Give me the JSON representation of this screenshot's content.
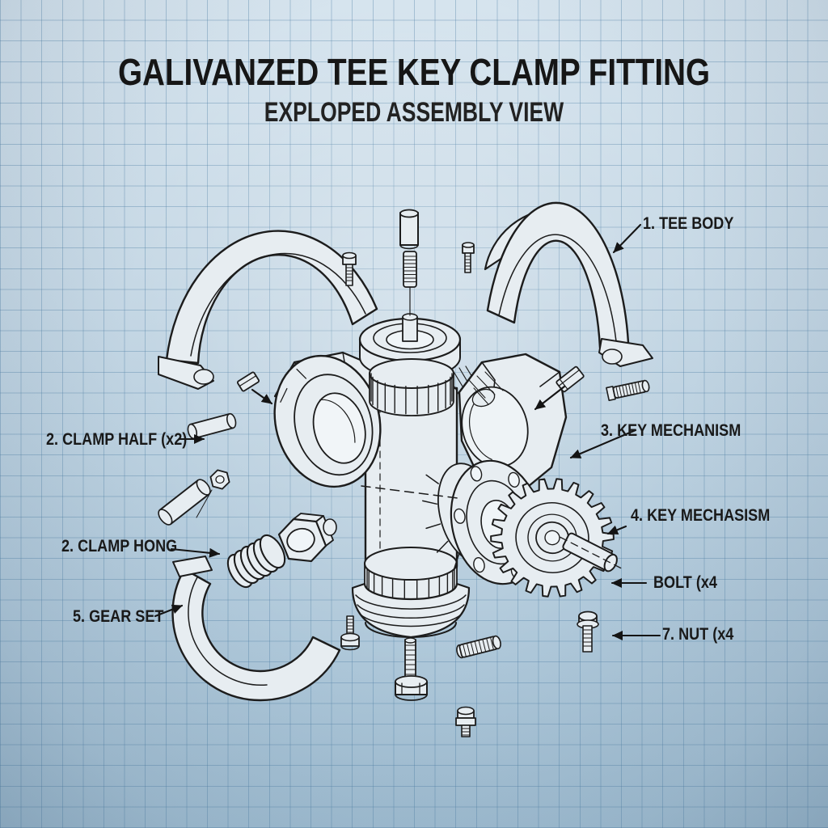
{
  "title": "GALIVANZED TEE KEY CLAMP FITTING",
  "subtitle": "EXPLOPED ASSEMBLY VIEW",
  "labels": {
    "tee_body": "1. TEE BODY",
    "clamp_half": "2. CLAMP HALF (x2)",
    "key_mechanism": "3. KEY MECHANISM",
    "key_mechasism": "4. KEY MECHASISM",
    "bolt": "BOLT (x4",
    "nut": "7. NUT (x4",
    "clamp_hong": "2. CLAMP HONG",
    "gear_set": "5. GEAR SET"
  },
  "drawing": {
    "type": "exploded-assembly-technical-diagram",
    "subject": "galvanized tee key clamp fitting",
    "parts": [
      "tee body (vertical cylinder with flanges)",
      "clamp half top-left",
      "clamp half top-right",
      "clamp half bottom",
      "key mechanism hex socket",
      "gear flange with bolt holes",
      "spur gear with shaft",
      "coil spring",
      "large hex nut",
      "small nut",
      "cylindrical pins",
      "key blocks",
      "cap-screw bolts",
      "threaded studs",
      "long hex bolt"
    ],
    "colors": {
      "background": "#bdd2e0",
      "grid_line": "#7fa8c6",
      "line": "#1c1c1c",
      "part_fill": "#e7edf1",
      "opening_fill": "#f1f5f8",
      "text": "#161616"
    }
  }
}
